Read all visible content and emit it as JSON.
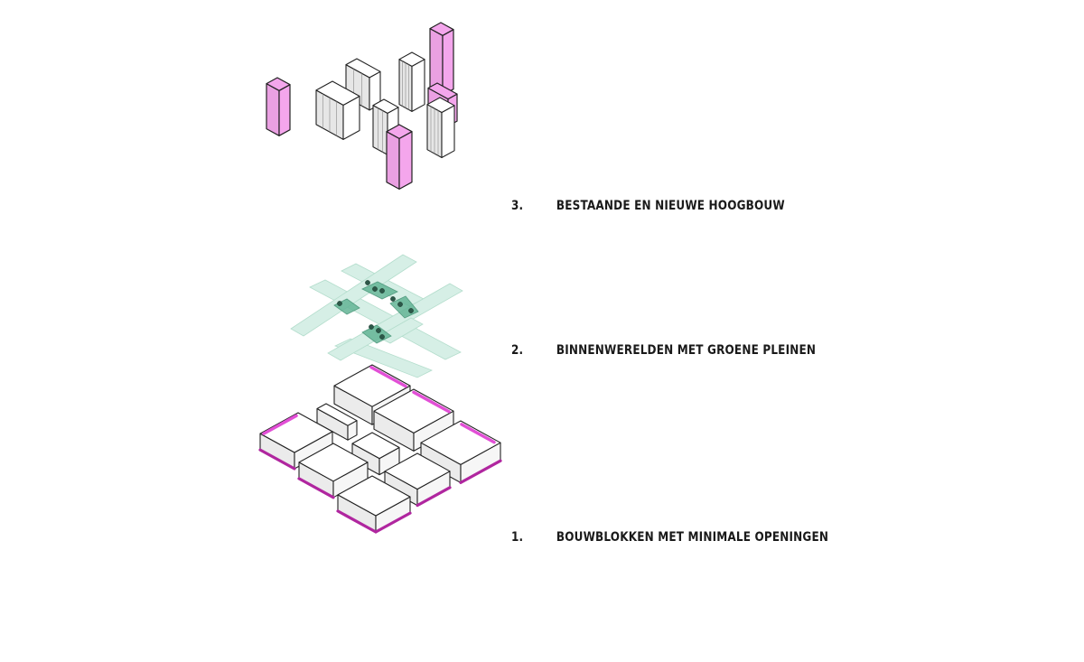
{
  "layers": [
    {
      "number": "3.",
      "title": "BESTAANDE EN NIEUWE HOOGBOUW"
    },
    {
      "number": "2.",
      "title": "BINNENWERELDEN MET GROENE PLEINEN"
    },
    {
      "number": "1.",
      "title": "BOUWBLOKKEN MET MINIMALE OPENINGEN"
    }
  ],
  "colors": {
    "new_highrise": "#f4a6ec",
    "edge_accent": "#e24fd6",
    "edge_accent_dark": "#b0269f",
    "green_corridor": "#d6efe6",
    "green_plaza": "#63b596",
    "tree": "#2c5748",
    "block_top": "#ffffff",
    "block_side": "#ebebeb",
    "outline": "#222222"
  }
}
